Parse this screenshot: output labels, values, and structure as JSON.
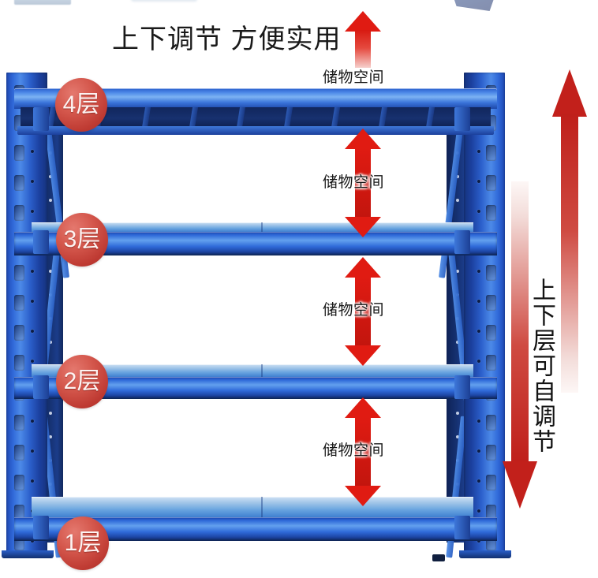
{
  "headline": "上下调节 方便实用",
  "right_caption": "上下层可自调节",
  "colors": {
    "rack_blue": "#2f68d8",
    "rack_blue_dark": "#16347f",
    "badge_red": "#c4423a",
    "arrow_red": "#e01b12",
    "side_arrow_red": "#c2201b",
    "text_black": "#161616",
    "background": "#ffffff"
  },
  "badges": [
    {
      "id": "level-4",
      "label": "4层"
    },
    {
      "id": "level-3",
      "label": "3层"
    },
    {
      "id": "level-2",
      "label": "2层"
    },
    {
      "id": "level-1",
      "label": "1层"
    }
  ],
  "storage_gaps": [
    {
      "id": "gap-top",
      "label": "储物空间",
      "arrow": "up"
    },
    {
      "id": "gap-4-to-3",
      "label": "储物空间",
      "arrow": "double"
    },
    {
      "id": "gap-3-to-2",
      "label": "储物空间",
      "arrow": "double"
    },
    {
      "id": "gap-2-to-1",
      "label": "储物空间",
      "arrow": "double"
    }
  ],
  "icons": {
    "arrow_up": "arrow-up-icon",
    "arrow_down": "arrow-down-icon",
    "arrow_double": "arrow-updown-icon"
  }
}
